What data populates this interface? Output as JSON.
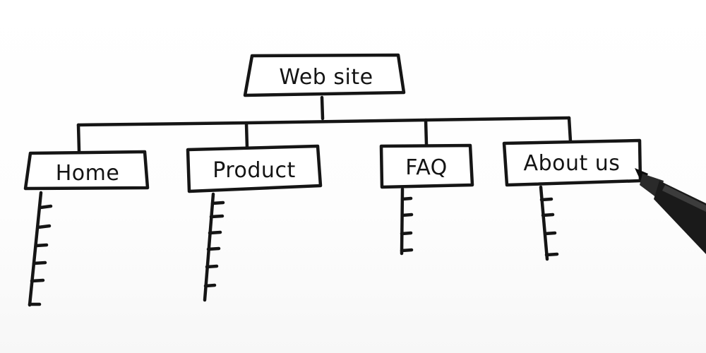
{
  "diagram": {
    "root": {
      "label": "Web site"
    },
    "children": [
      {
        "label": "Home",
        "tick_count": 6
      },
      {
        "label": "Product",
        "tick_count": 6
      },
      {
        "label": "FAQ",
        "tick_count": 4
      },
      {
        "label": "About us",
        "tick_count": 4
      }
    ],
    "colors": {
      "ink": "#151515",
      "paper": "#ffffff",
      "pen_body": "#1a1a1a"
    }
  }
}
